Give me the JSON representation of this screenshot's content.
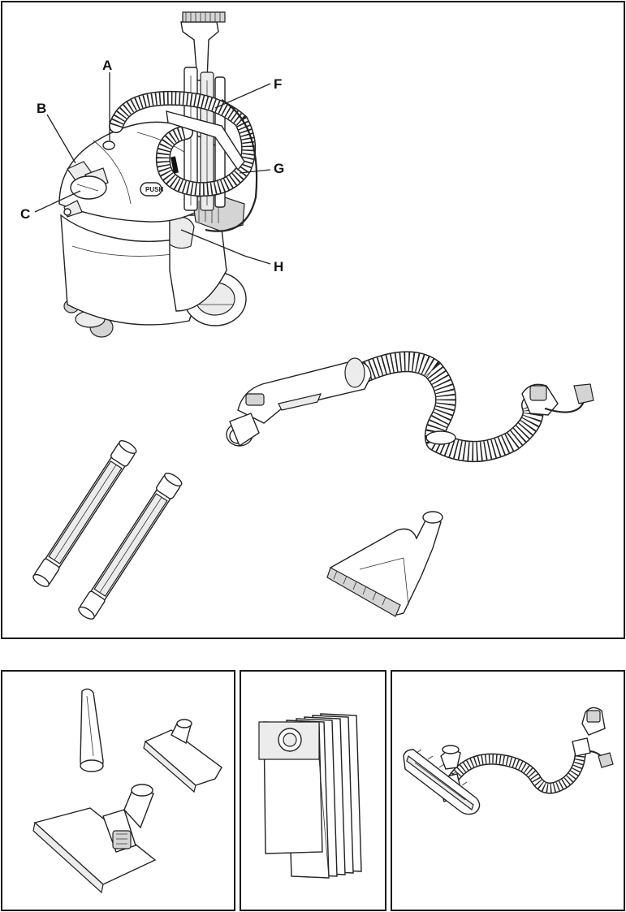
{
  "callouts": {
    "a": "A",
    "b": "B",
    "c": "C",
    "f": "F",
    "g": "G",
    "h": "H"
  },
  "push_label": "PUSH",
  "colors": {
    "line": "#222222",
    "border": "#1a1a1a",
    "shade": "#d4d4d4",
    "background": "#ffffff"
  },
  "icons": [
    "vacuum-cleaner-unit-icon",
    "spray-hose-handle-icon",
    "extension-tubes-icon",
    "upholstery-spray-nozzle-icon",
    "crevice-tool-icon",
    "small-floor-nozzle-icon",
    "combination-floor-nozzle-icon",
    "dust-bags-icon",
    "hose-adapter-icon",
    "hard-floor-tool-icon"
  ]
}
